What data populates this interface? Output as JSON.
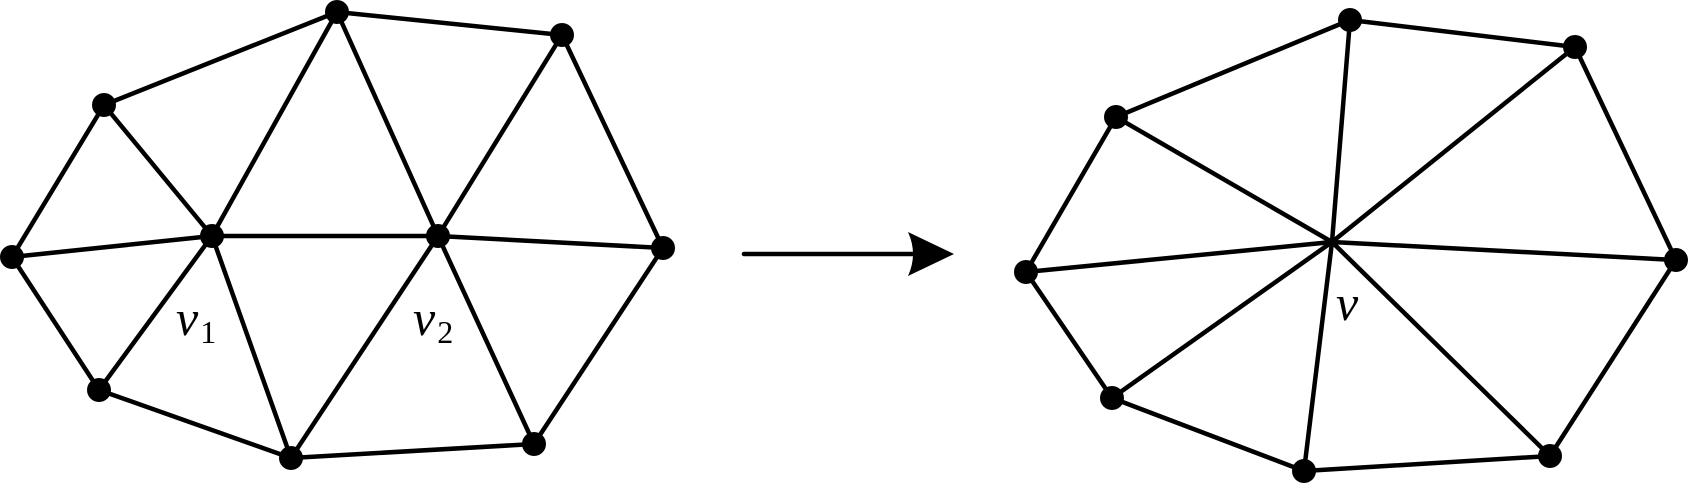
{
  "diagram": {
    "type": "edge-collapse",
    "left_mesh": {
      "labels": {
        "v1": {
          "main": "v",
          "sub": "1"
        },
        "v2": {
          "main": "v",
          "sub": "2"
        }
      }
    },
    "right_mesh": {
      "labels": {
        "v": {
          "main": "v"
        }
      }
    },
    "colors": {
      "stroke": "#000000",
      "vertex": "#000000",
      "background": "#ffffff"
    },
    "arrow_icon": "right-arrow-icon"
  }
}
